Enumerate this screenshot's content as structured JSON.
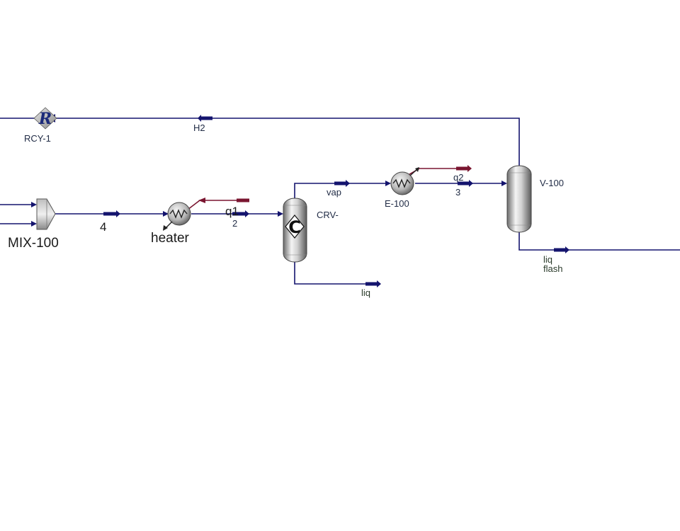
{
  "diagram": {
    "units": {
      "recycle": "RCY-1",
      "mixer": "MIX-100",
      "heater": "heater",
      "column": "CRV-",
      "cooler": "E-100",
      "separator": "V-100"
    },
    "streams": {
      "h2": "H2",
      "s4": "4",
      "s2": "2",
      "vap": "vap",
      "liq": "liq",
      "s3": "3",
      "liq_flash_line1": "liq",
      "liq_flash_line2": "flash"
    },
    "energy_streams": {
      "q1": "q1",
      "q2": "q2"
    },
    "icons": {
      "recycle_letter": "R",
      "column_letter": "C"
    },
    "colors": {
      "material_stream": "#14146e",
      "energy_stream": "#7a1530"
    }
  }
}
